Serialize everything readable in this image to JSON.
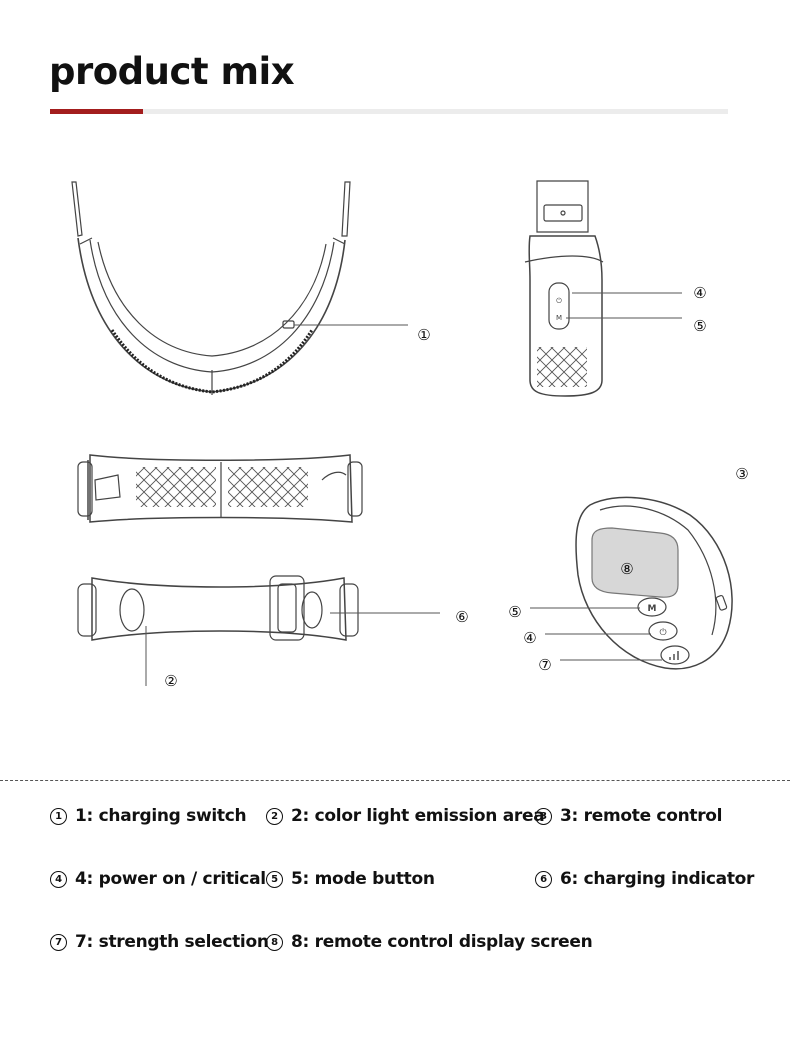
{
  "header": {
    "title": "product mix"
  },
  "callouts": [
    {
      "mark": "①"
    },
    {
      "mark": "④"
    },
    {
      "mark": "⑤"
    },
    {
      "mark": "③"
    },
    {
      "mark": "⑧"
    },
    {
      "mark": "⑥"
    },
    {
      "mark": "⑤"
    },
    {
      "mark": "④"
    },
    {
      "mark": "⑦"
    },
    {
      "mark": "②"
    }
  ],
  "remote": {
    "mode_key": "M"
  },
  "legend": [
    {
      "num": "1",
      "text": "1: charging switch"
    },
    {
      "num": "2",
      "text": "2: color light emission area"
    },
    {
      "num": "3",
      "text": "3: remote control"
    },
    {
      "num": "4",
      "text": "4: power on / critical"
    },
    {
      "num": "5",
      "text": "5: mode button"
    },
    {
      "num": "6",
      "text": "6: charging indicator"
    },
    {
      "num": "7",
      "text": "7: strength selection"
    },
    {
      "num": "8",
      "text": "8: remote control display screen"
    }
  ]
}
